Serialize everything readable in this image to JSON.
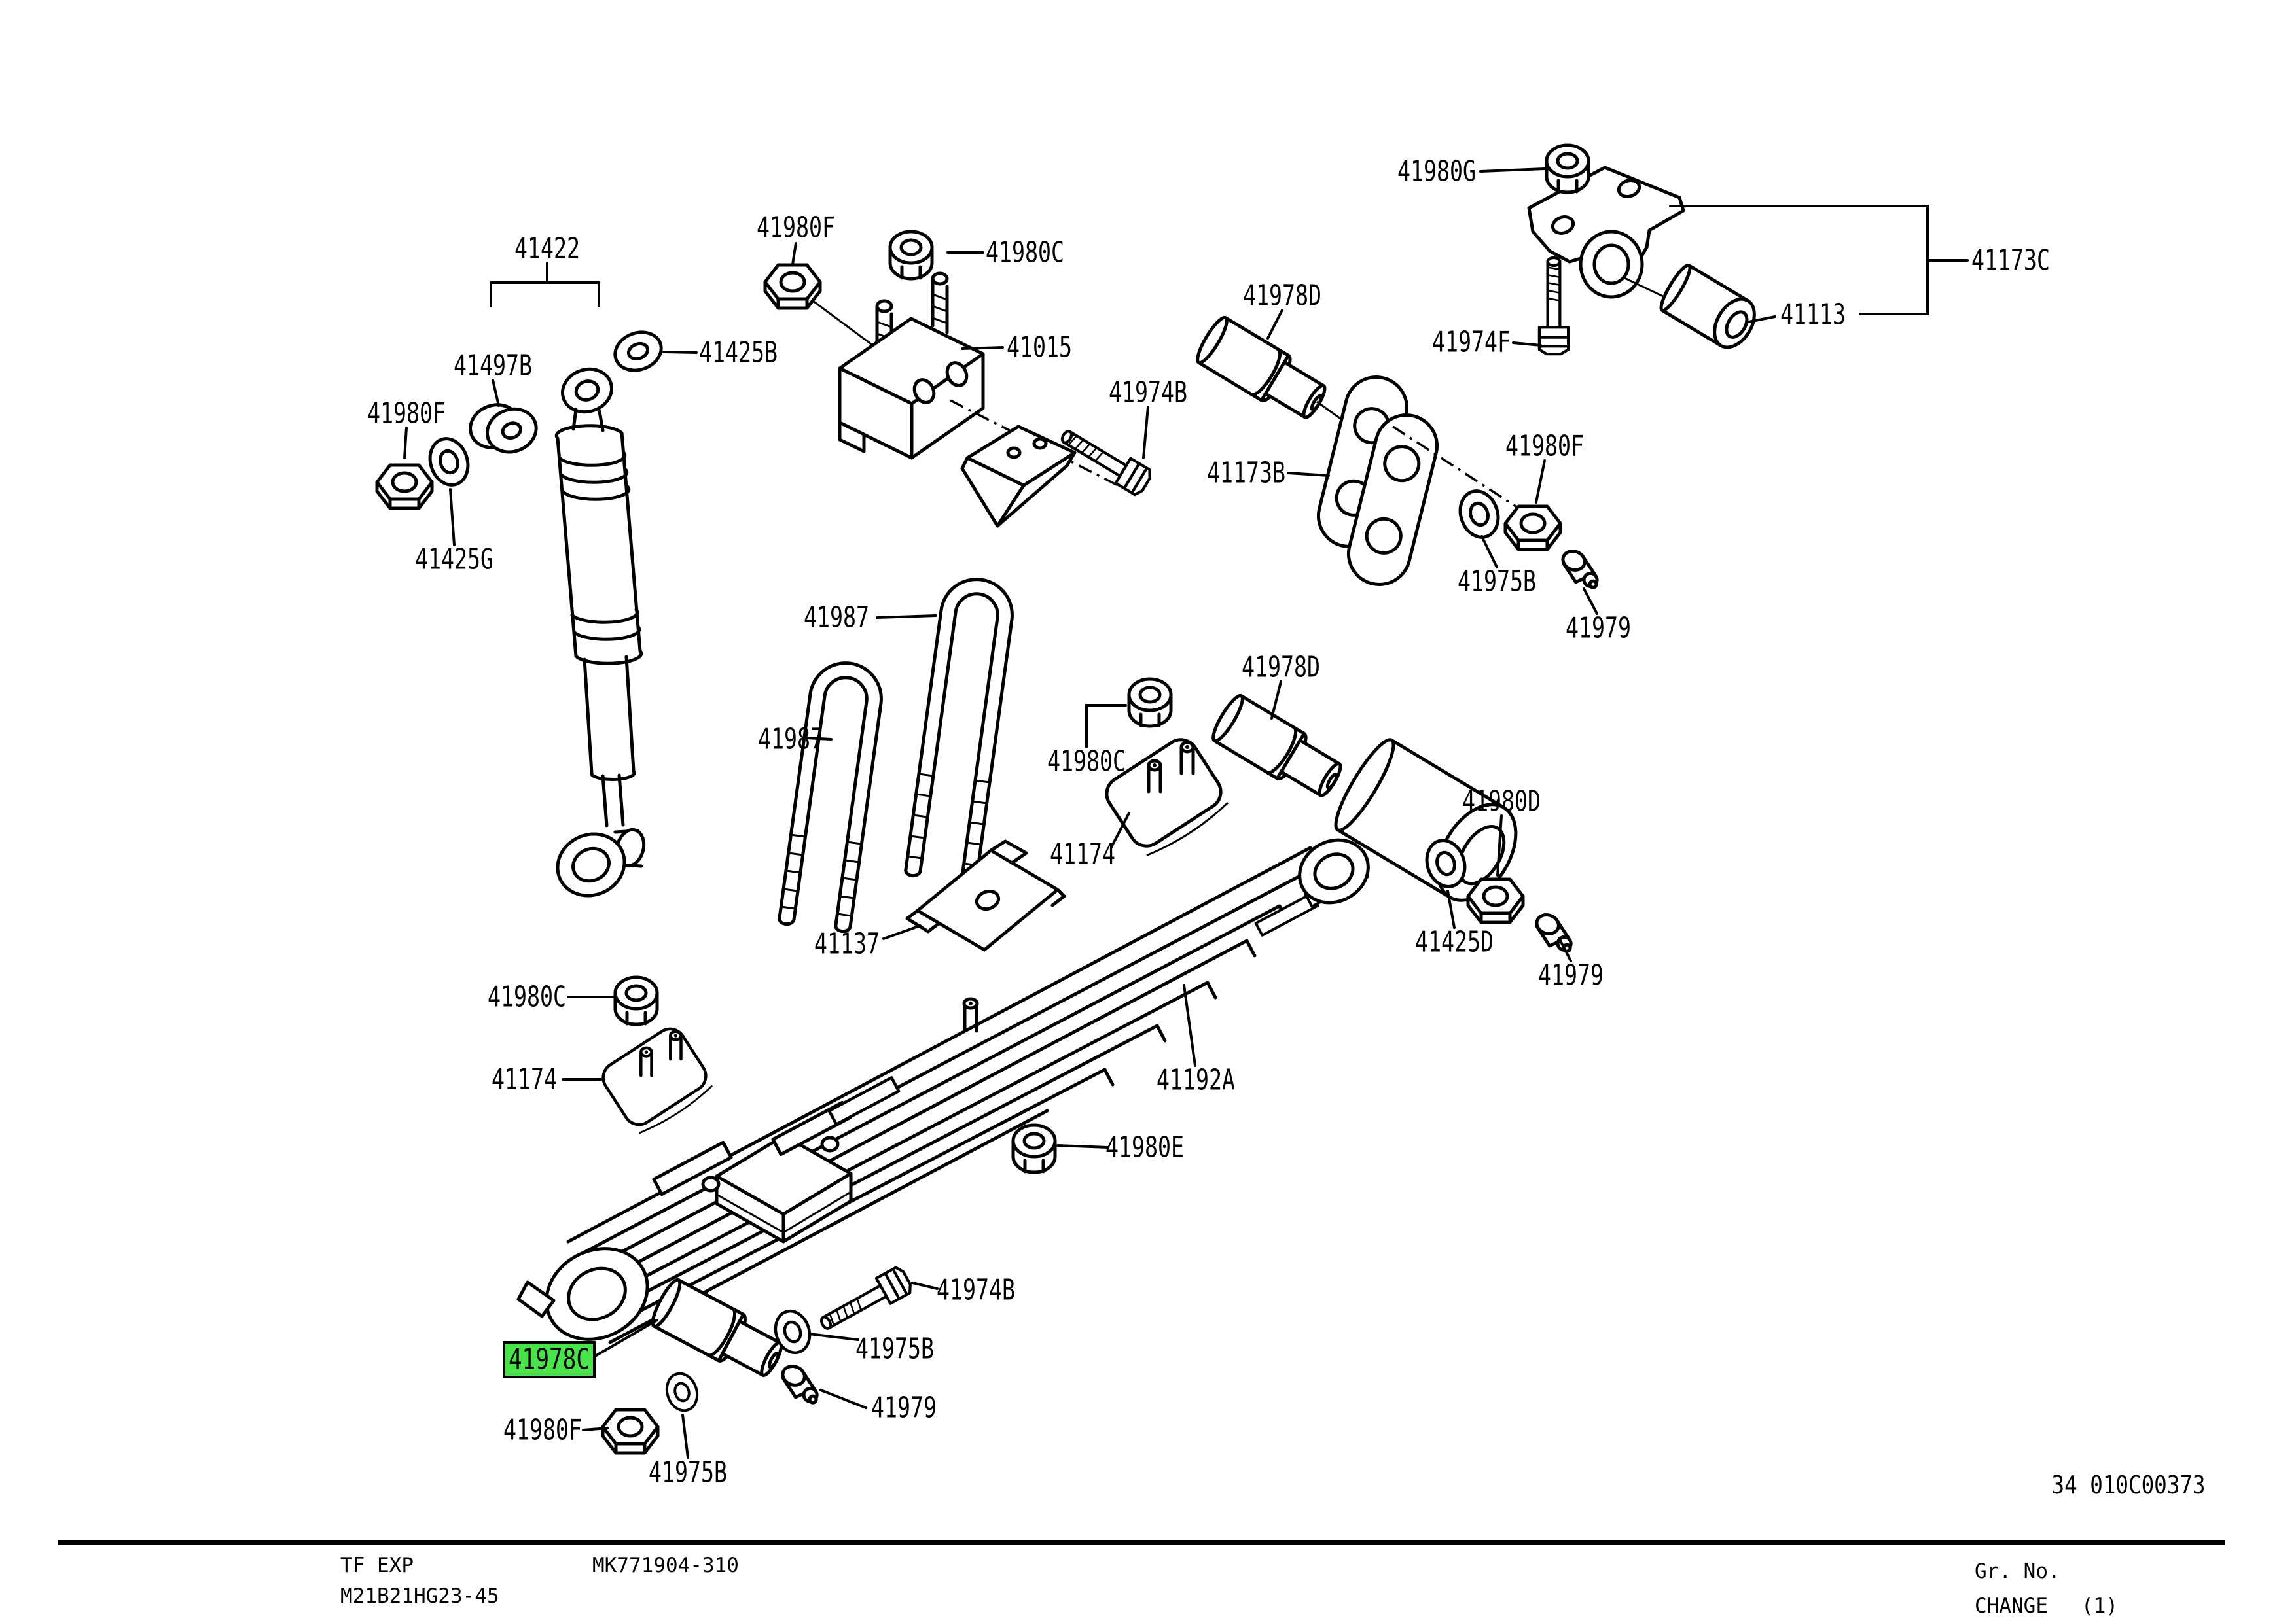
{
  "diagram": {
    "ref_code": "34 010C00373",
    "highlight": {
      "part": "41978C",
      "color": "#4be34b"
    },
    "labels": [
      {
        "text": "41980G"
      },
      {
        "text": "41173C"
      },
      {
        "text": "41113"
      },
      {
        "text": "41974F"
      },
      {
        "text": "41980F"
      },
      {
        "text": "41980C"
      },
      {
        "text": "41422"
      },
      {
        "text": "41015"
      },
      {
        "text": "41497B"
      },
      {
        "text": "41425B"
      },
      {
        "text": "41974B"
      },
      {
        "text": "41978D"
      },
      {
        "text": "41980F"
      },
      {
        "text": "41173B"
      },
      {
        "text": "41425G"
      },
      {
        "text": "41980F"
      },
      {
        "text": "41975B"
      },
      {
        "text": "41979"
      },
      {
        "text": "41987"
      },
      {
        "text": "41987"
      },
      {
        "text": "41978D"
      },
      {
        "text": "41980C"
      },
      {
        "text": "41174"
      },
      {
        "text": "41980D"
      },
      {
        "text": "41137"
      },
      {
        "text": "41425D"
      },
      {
        "text": "41979"
      },
      {
        "text": "41192A"
      },
      {
        "text": "41980C"
      },
      {
        "text": "41174"
      },
      {
        "text": "41980E"
      },
      {
        "text": "41974B"
      },
      {
        "text": "41975B"
      },
      {
        "text": "41978C"
      },
      {
        "text": "41979"
      },
      {
        "text": "41980F"
      },
      {
        "text": "41975B"
      }
    ]
  },
  "footer": {
    "market": "TF EXP",
    "catalog_no": "MK771904-310",
    "model_code": "M21B21HG23-45",
    "gr_no": "Gr. No.",
    "change": "CHANGE",
    "change_count": "(1)"
  }
}
